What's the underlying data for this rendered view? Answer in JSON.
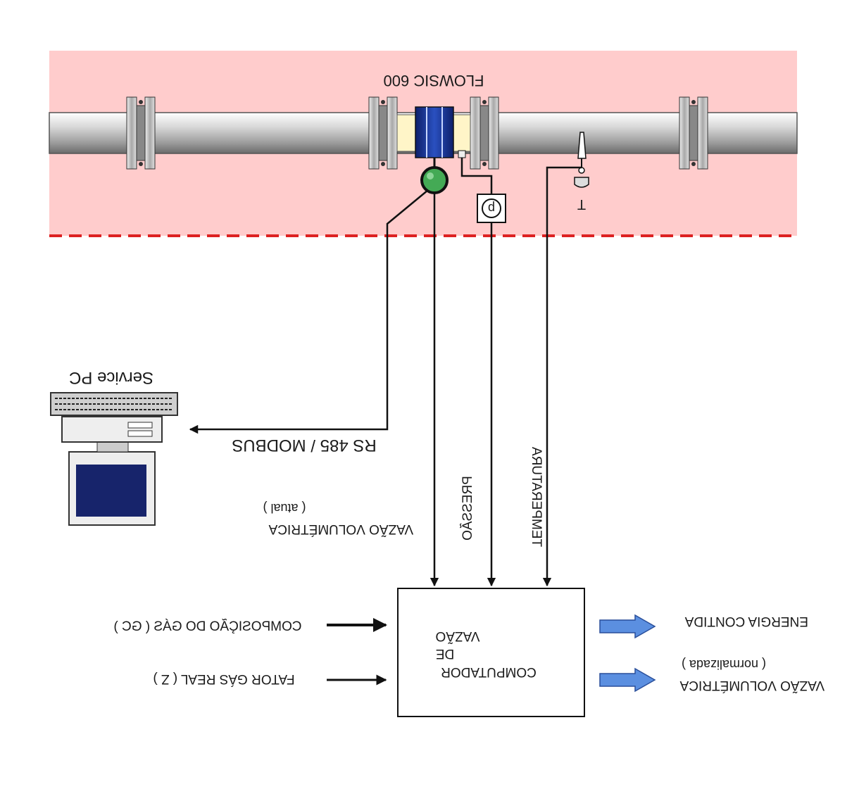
{
  "labels": {
    "meter": "FLOWSIC 600",
    "service_pc": "Service PC",
    "rs485": "RS 485 / MODBUS",
    "pressure_tag": "p",
    "temperature_tag": "T",
    "flow_actual_line1": "VAZÃO VOLUMÉTRICA",
    "flow_actual_line2": "( atual )",
    "pressure": "PRESSÃO",
    "temperature": "TEMPERATURA",
    "computer_line1": "COMPUTADOR",
    "computer_line2": "DE",
    "computer_line3": "VAZÃO",
    "gas_composition": "COMPOSIÇÃO DO GÁS ( GC )",
    "real_gas_factor": "FATOR GÁS REAL ( Z )",
    "energy": "ENERGIA CONTIDA",
    "flow_norm_line1": "VAZÃO VOLUMÉTRICA",
    "flow_norm_line2": "( normalizada )"
  },
  "colors": {
    "zone": "#ffcccc",
    "zone_border": "#dd2222",
    "pipe": "#d4d4d4",
    "meter_body": "#1a3a9a",
    "flange_insert": "#fff5c8",
    "electronics": "#44aa55",
    "output_arrow": "#5b8fe0",
    "screen": "#17246b"
  }
}
